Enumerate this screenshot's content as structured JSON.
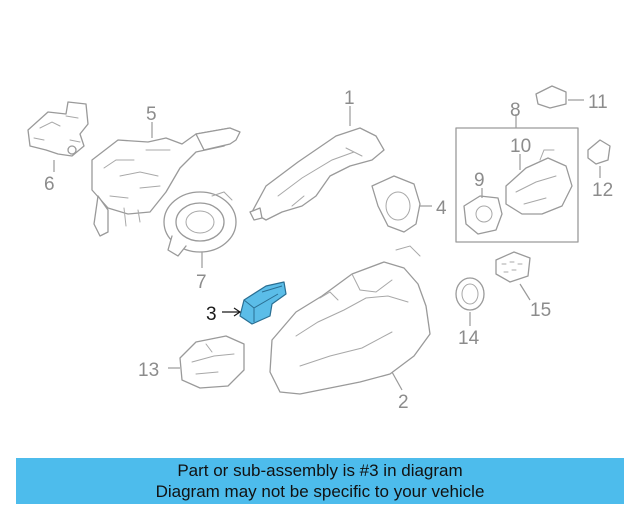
{
  "callouts": {
    "c1": "1",
    "c2": "2",
    "c3": "3",
    "c4": "4",
    "c5": "5",
    "c6": "6",
    "c7": "7",
    "c8": "8",
    "c9": "9",
    "c10": "10",
    "c11": "11",
    "c12": "12",
    "c13": "13",
    "c14": "14",
    "c15": "15"
  },
  "highlighted_part": "3",
  "banner": {
    "line1": "Part or sub-assembly is #3 in diagram",
    "line2": "Diagram may not be specific to your vehicle"
  },
  "colors": {
    "banner_bg": "#4dbcec",
    "highlight_fill": "#5bbde8",
    "part_line": "#9a9a9a",
    "callout_text": "#8c8c8c"
  }
}
